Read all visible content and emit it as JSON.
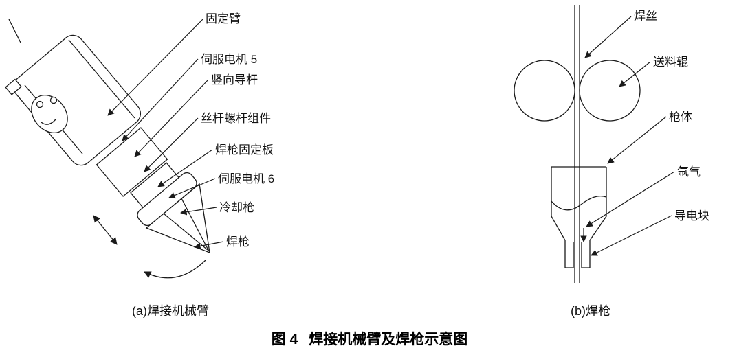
{
  "figure": {
    "title_prefix": "图 4",
    "title_text": "焊接机械臂及焊枪示意图",
    "colors": {
      "line": "#1a1a1a",
      "background": "#ffffff"
    },
    "left": {
      "caption": "(a)焊接机械臂",
      "labels": [
        "固定臂",
        "伺服电机 5",
        "竖向导杆",
        "丝杆螺杆组件",
        "焊枪固定板",
        "伺服电机 6",
        "冷却枪",
        "焊枪"
      ]
    },
    "right": {
      "caption": "(b)焊枪",
      "labels": [
        "焊丝",
        "送料辊",
        "枪体",
        "氩气",
        "导电块"
      ]
    }
  }
}
